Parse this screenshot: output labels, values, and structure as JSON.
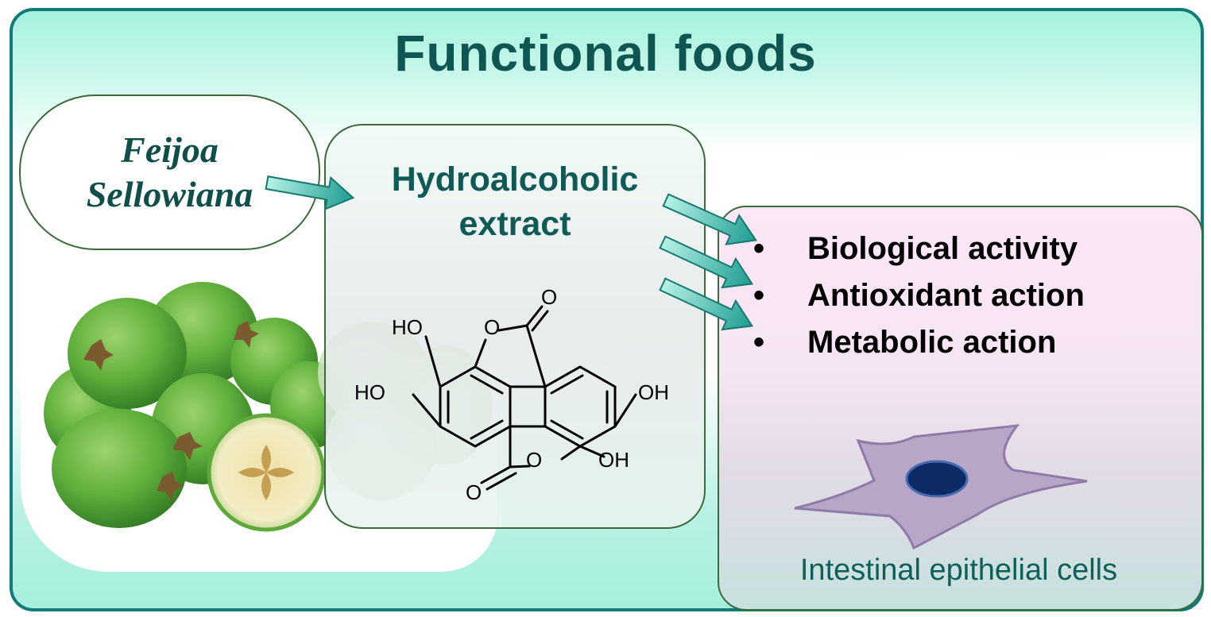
{
  "title": "Functional foods",
  "source": {
    "line1": "Feijoa",
    "line2": "Sellowiana"
  },
  "extract": {
    "line1": "Hydroalcoholic",
    "line2": "extract"
  },
  "molecule": {
    "atoms": {
      "ho_top": "HO",
      "ho_left": "HO",
      "oh_right": "OH",
      "oh_bottom": "OH",
      "o_ring_top": "O",
      "o_carbonyl_top": "O",
      "o_ring_bottom": "O",
      "o_carbonyl_bottom": "O"
    }
  },
  "effects": {
    "bullet": "•",
    "items": [
      "Biological activity",
      "Antioxidant action",
      "Metabolic action"
    ]
  },
  "cell": {
    "caption": "Intestinal epithelial cells"
  },
  "colors": {
    "title": "#0f5652",
    "border": "#127a78",
    "arrow": "#34b8aa",
    "cell_body": "#b7a6c6",
    "nucleus": "#0b2a66"
  }
}
